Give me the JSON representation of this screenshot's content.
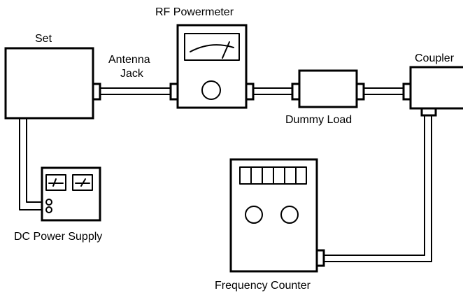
{
  "labels": {
    "set": "Set",
    "rf_powermeter": "RF Powermeter",
    "antenna_line1": "Antenna",
    "antenna_line2": "Jack",
    "coupler": "Coupler",
    "dummy_load": "Dummy Load",
    "dc_power_supply": "DC Power Supply",
    "frequency_counter": "Frequency Counter"
  },
  "colors": {
    "line": "#000000",
    "background": "#ffffff"
  }
}
